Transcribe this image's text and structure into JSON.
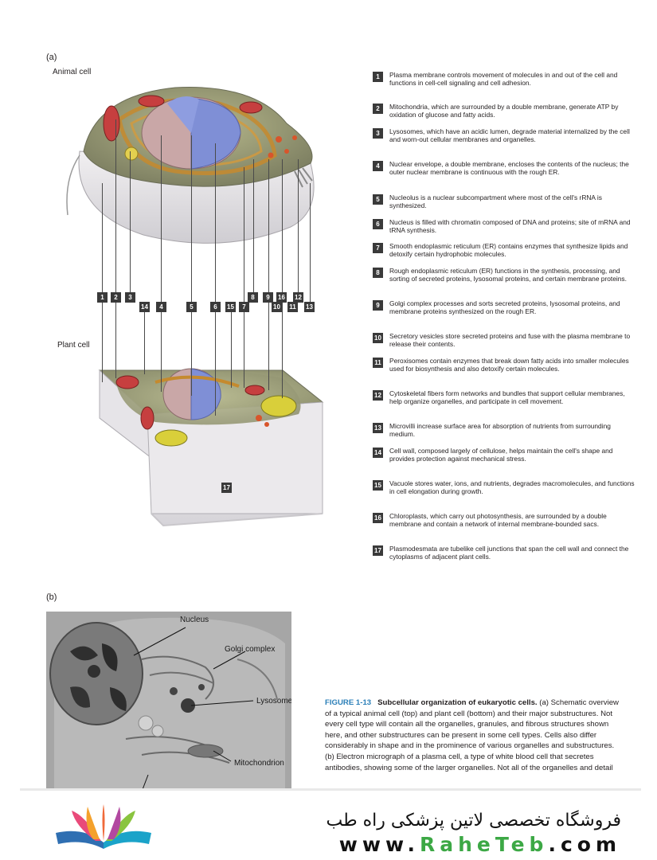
{
  "panel_a_label": "(a)",
  "panel_b_label": "(b)",
  "animal_label": "Animal cell",
  "plant_label": "Plant cell",
  "legend": [
    {
      "n": "1",
      "text": "Plasma membrane controls movement of molecules in and out of the cell and functions in cell-cell signaling and cell adhesion."
    },
    {
      "n": "2",
      "text": "Mitochondria, which are surrounded by a double membrane, generate ATP by oxidation of glucose and fatty acids."
    },
    {
      "n": "3",
      "text": "Lysosomes, which have an acidic lumen, degrade material internalized by the cell and worn-out cellular membranes and organelles."
    },
    {
      "n": "4",
      "text": "Nuclear envelope, a double membrane, encloses the contents of the nucleus; the outer nuclear membrane is continuous with the rough ER."
    },
    {
      "n": "5",
      "text": "Nucleolus is a nuclear subcompartment where most of the cell's rRNA is synthesized."
    },
    {
      "n": "6",
      "text": "Nucleus is filled with chromatin composed of DNA and proteins; site of mRNA and tRNA synthesis."
    },
    {
      "n": "7",
      "text": "Smooth endoplasmic reticulum (ER) contains enzymes that synthesize lipids and detoxify certain hydrophobic molecules."
    },
    {
      "n": "8",
      "text": "Rough endoplasmic reticulum (ER) functions in the synthesis, processing, and sorting of secreted proteins, lysosomal proteins, and certain membrane proteins."
    },
    {
      "n": "9",
      "text": "Golgi complex processes and sorts secreted proteins, lysosomal proteins, and membrane proteins synthesized on the rough ER."
    },
    {
      "n": "10",
      "text": "Secretory vesicles store secreted proteins and fuse with the plasma membrane to release their contents."
    },
    {
      "n": "11",
      "text": "Peroxisomes contain enzymes that break down fatty acids into smaller molecules used for biosynthesis and also detoxify certain molecules."
    },
    {
      "n": "12",
      "text": "Cytoskeletal fibers form networks and bundles that support cellular membranes, help organize organelles, and participate in cell movement."
    },
    {
      "n": "13",
      "text": "Microvilli increase surface area for absorption of nutrients from surrounding medium."
    },
    {
      "n": "14",
      "text": "Cell wall, composed largely of cellulose, helps maintain the cell's shape and provides protection against mechanical stress."
    },
    {
      "n": "15",
      "text": "Vacuole stores water, ions, and nutrients, degrades macromolecules, and functions in cell elongation during growth."
    },
    {
      "n": "16",
      "text": "Chloroplasts, which carry out photosynthesis, are surrounded by a double membrane and contain a network of internal membrane-bounded sacs."
    },
    {
      "n": "17",
      "text": "Plasmodesmata are tubelike cell junctions that span the cell wall and connect the cytoplasms of adjacent plant cells."
    }
  ],
  "diagram_badges": {
    "row1": [
      "1",
      "2",
      "3",
      "8",
      "9",
      "16",
      "12"
    ],
    "row2": [
      "14",
      "4",
      "5",
      "6",
      "15",
      "7",
      "10",
      "11",
      "13"
    ],
    "wall": "17"
  },
  "micrograph_labels": {
    "nucleus": "Nucleus",
    "golgi": "Golgi complex",
    "lysosome": "Lysosome",
    "mitochondrion": "Mitochondrion"
  },
  "caption": {
    "figure": "FIGURE 1-13",
    "title": "Subcellular organization of eukaryotic cells.",
    "body": "(a) Schematic overview of a typical animal cell (top) and plant cell (bottom) and their major substructures. Not every cell type will contain all the organelles, granules, and fibrous structures shown here, and other substructures can be present in some cell types. Cells also differ considerably in shape and in the prominence of various organelles and substructures. (b) Electron micrograph of a plasma cell, a type of white blood cell that secretes antibodies, showing some of the larger organelles. Not all of the organelles and detail"
  },
  "footer": {
    "persian": "فروشگاه تخصصی لاتین پزشکی  راه طب",
    "url_prefix": "www.",
    "url_brand": "RaheTeb",
    "url_suffix": ".com"
  },
  "colors": {
    "badge": "#3a3a3a",
    "figure_label": "#2b7fb8",
    "brand_green": "#3ca845",
    "nucleus_blue": "#7f8fd6",
    "cytoplasm": "#9a9c78"
  }
}
